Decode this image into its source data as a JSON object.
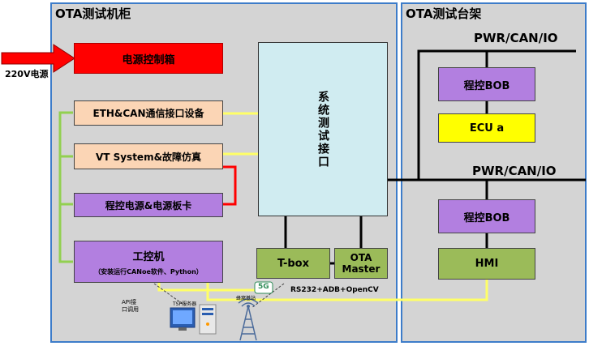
{
  "left_cabinet": {
    "title": "OTA测试机柜"
  },
  "right_rack": {
    "title": "OTA测试台架"
  },
  "input": {
    "label": "220V电源"
  },
  "boxes": {
    "power_box": "电源控制箱",
    "eth_can": "ETH&CAN通信接口设备",
    "vt_system": "VT System&故障仿真",
    "prog_power": "程控电源&电源板卡",
    "ipc_title": "工控机",
    "ipc_sub": "（安装运行CANoe软件、Python）",
    "sys_interface": "系统测试接口",
    "tbox": "T-box",
    "ota_master_1": "OTA",
    "ota_master_2": "Master",
    "bob_top": "程控BOB",
    "ecu": "ECU a",
    "bob_bottom": "程控BOB",
    "hmi": "HMI"
  },
  "bus_labels": {
    "top": "PWR/CAN/IO",
    "bottom": "PWR/CAN/IO"
  },
  "annotations": {
    "rs232": "RS232+ADB+OpenCV",
    "api_1": "API接",
    "api_2": "口调用",
    "tsp": "TSP服务器",
    "base_station": "蜂窝基站",
    "fiveg": "5G"
  },
  "colors": {
    "panel_border": "#3d7cc9",
    "panel_fill": "#d4d4d4",
    "wire_yellow": "#ffff66",
    "wire_red": "#ff0000",
    "wire_green": "#92d050",
    "wire_black": "#000000"
  }
}
